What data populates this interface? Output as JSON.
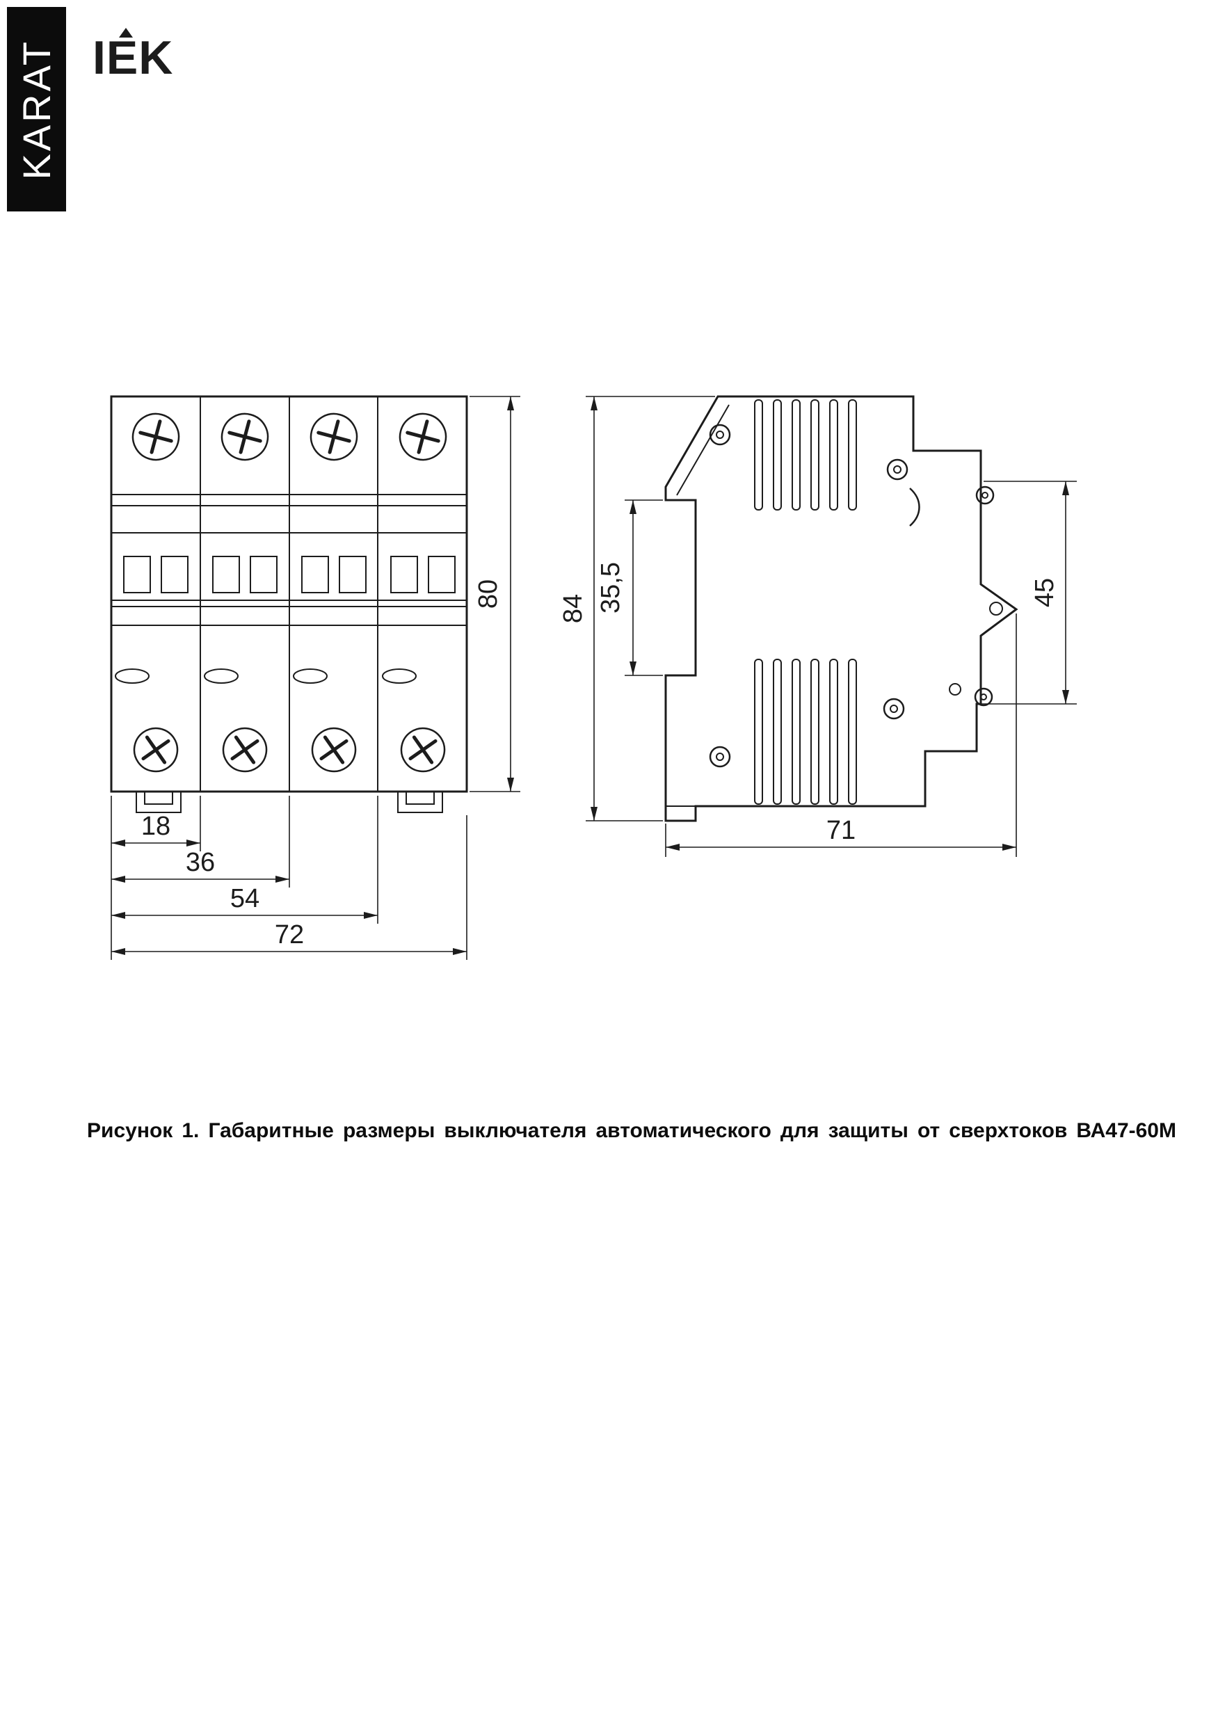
{
  "brand": {
    "vertical_text": "KARAT",
    "logo_text": "IEK"
  },
  "caption": "Рисунок 1. Габаритные размеры выключателя автоматического для защиты от сверхтоков ВА47-60М",
  "figure": {
    "front_view": {
      "dim_height": "80",
      "dim_w1": "18",
      "dim_w2": "36",
      "dim_w3": "54",
      "dim_w4": "72"
    },
    "side_view": {
      "dim_height": "84",
      "dim_rail": "35,5",
      "dim_latch": "45",
      "dim_depth": "71"
    }
  },
  "colors": {
    "line": "#1c1c1c",
    "paper": "#ffffff",
    "banner_bg": "#0c0c0c",
    "banner_text": "#ffffff"
  }
}
